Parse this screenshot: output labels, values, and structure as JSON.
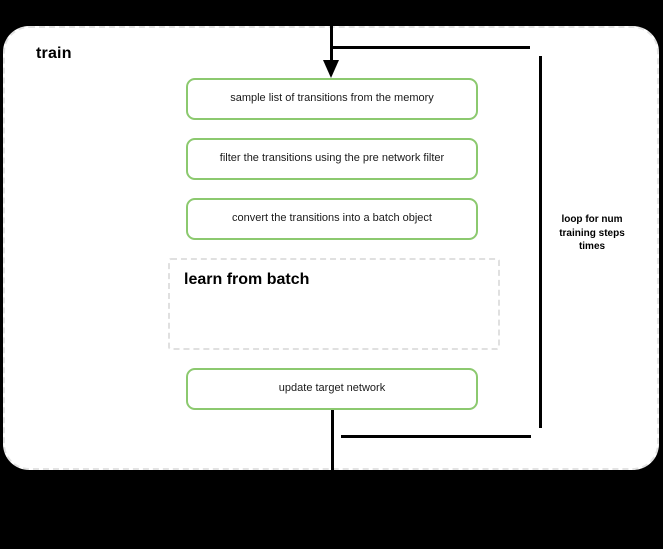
{
  "diagram": {
    "title": "train",
    "background_color": "#000000",
    "canvas_color": "#ffffff",
    "accent_color": "#8cc96f",
    "dashed_border_color": "#e3e3e3",
    "wire_color": "#000000"
  },
  "nodes": {
    "sample": "sample list of transitions from the memory",
    "filter": "filter the transitions using the pre network filter",
    "convert": "convert the transitions into a batch object",
    "learn_block_title": "learn from batch",
    "update": "update target network"
  },
  "annotations": {
    "loop_label": "loop for num training steps times"
  }
}
